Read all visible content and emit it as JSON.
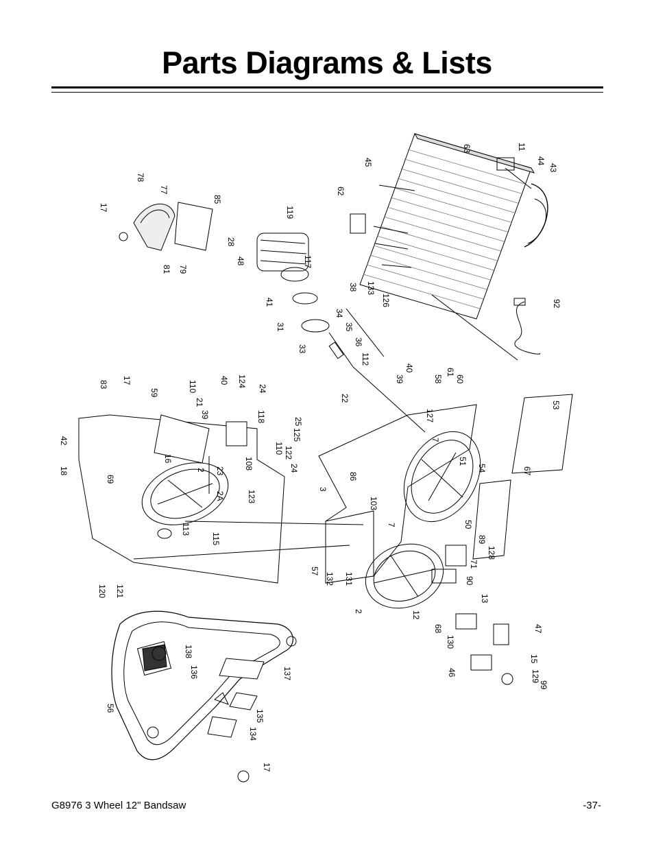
{
  "page": {
    "title": "Parts Diagrams & Lists",
    "footer_left": "G8976 3 Wheel 12\" Bandsaw",
    "footer_right": "-37-"
  },
  "callouts": [
    "11",
    "44",
    "43",
    "63",
    "45",
    "62",
    "92",
    "38",
    "133",
    "126",
    "78",
    "77",
    "17",
    "85",
    "81",
    "79",
    "119",
    "28",
    "48",
    "117",
    "41",
    "31",
    "34",
    "35",
    "36",
    "33",
    "112",
    "83",
    "17",
    "59",
    "42",
    "18",
    "69",
    "16",
    "2",
    "23",
    "2A",
    "113",
    "115",
    "120",
    "121",
    "110",
    "40",
    "124",
    "21",
    "39",
    "24",
    "118",
    "25",
    "125",
    "110",
    "122",
    "108",
    "24",
    "123",
    "22",
    "39",
    "40",
    "58",
    "61",
    "60",
    "127",
    "53",
    "67",
    "86",
    "3",
    "7",
    "51",
    "54",
    "103",
    "7",
    "50",
    "89",
    "128",
    "71",
    "90",
    "13",
    "57",
    "132",
    "131",
    "2",
    "12",
    "68",
    "130",
    "47",
    "46",
    "15",
    "129",
    "99",
    "56",
    "138",
    "136",
    "137",
    "135",
    "134",
    "17"
  ]
}
